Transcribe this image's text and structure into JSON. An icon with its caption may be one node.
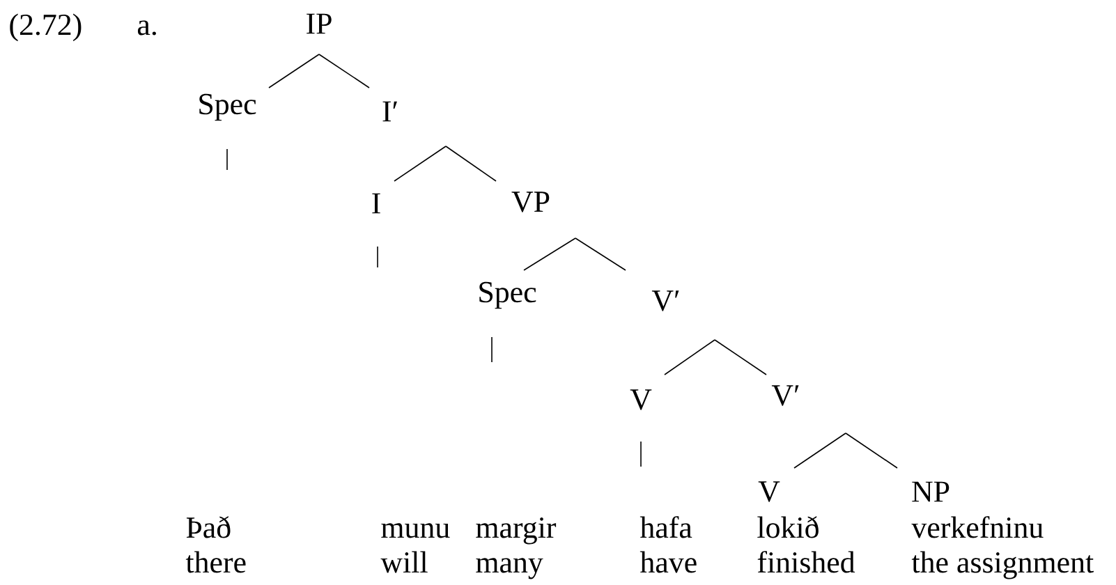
{
  "diagram": {
    "nodes": [
      {
        "text": [
          "IP"
        ]
      },
      {
        "text": [
          "Spec"
        ]
      },
      {
        "text": [
          "I′"
        ]
      },
      {
        "text": [
          "I"
        ]
      },
      {
        "text": [
          "VP"
        ]
      },
      {
        "text": [
          "Spec"
        ]
      },
      {
        "text": [
          "V′"
        ]
      },
      {
        "text": [
          "V"
        ]
      },
      {
        "text": [
          "V′"
        ]
      },
      {
        "text": [
          "V"
        ]
      },
      {
        "text": [
          "NP"
        ]
      }
    ],
    "edges": [
      {
        "from": 0,
        "to": 1,
        "arrow": "none"
      },
      {
        "from": 0,
        "to": 2,
        "arrow": "none"
      },
      {
        "from": 2,
        "to": 3,
        "arrow": "none"
      },
      {
        "from": 2,
        "to": 4,
        "arrow": "none"
      },
      {
        "from": 4,
        "to": 5,
        "arrow": "none"
      },
      {
        "from": 4,
        "to": 6,
        "arrow": "none"
      },
      {
        "from": 6,
        "to": 7,
        "arrow": "none"
      },
      {
        "from": 6,
        "to": 8,
        "arrow": "none"
      },
      {
        "from": 8,
        "to": 9,
        "arrow": "none"
      },
      {
        "from": 8,
        "to": 10,
        "arrow": "none"
      }
    ],
    "labels": [
      "(2.72)",
      "a.",
      "Það",
      "munu",
      "margir",
      "hafa",
      "lokið",
      "verkefninu",
      "there",
      "will",
      "many",
      "have",
      "finished",
      "the assignment"
    ]
  }
}
